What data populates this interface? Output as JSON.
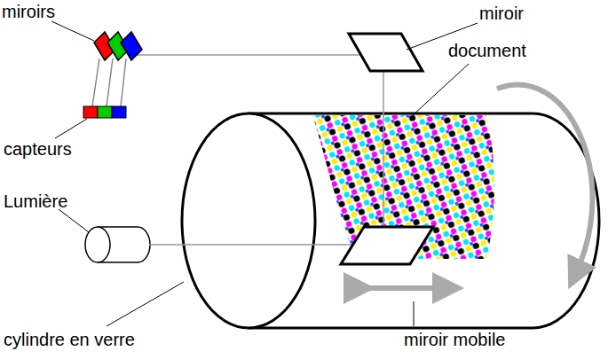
{
  "diagram": {
    "labels": [
      "miroirs",
      "miroir",
      "document",
      "capteurs",
      "Lumière",
      "cylindre en verre",
      "miroir mobile"
    ]
  }
}
